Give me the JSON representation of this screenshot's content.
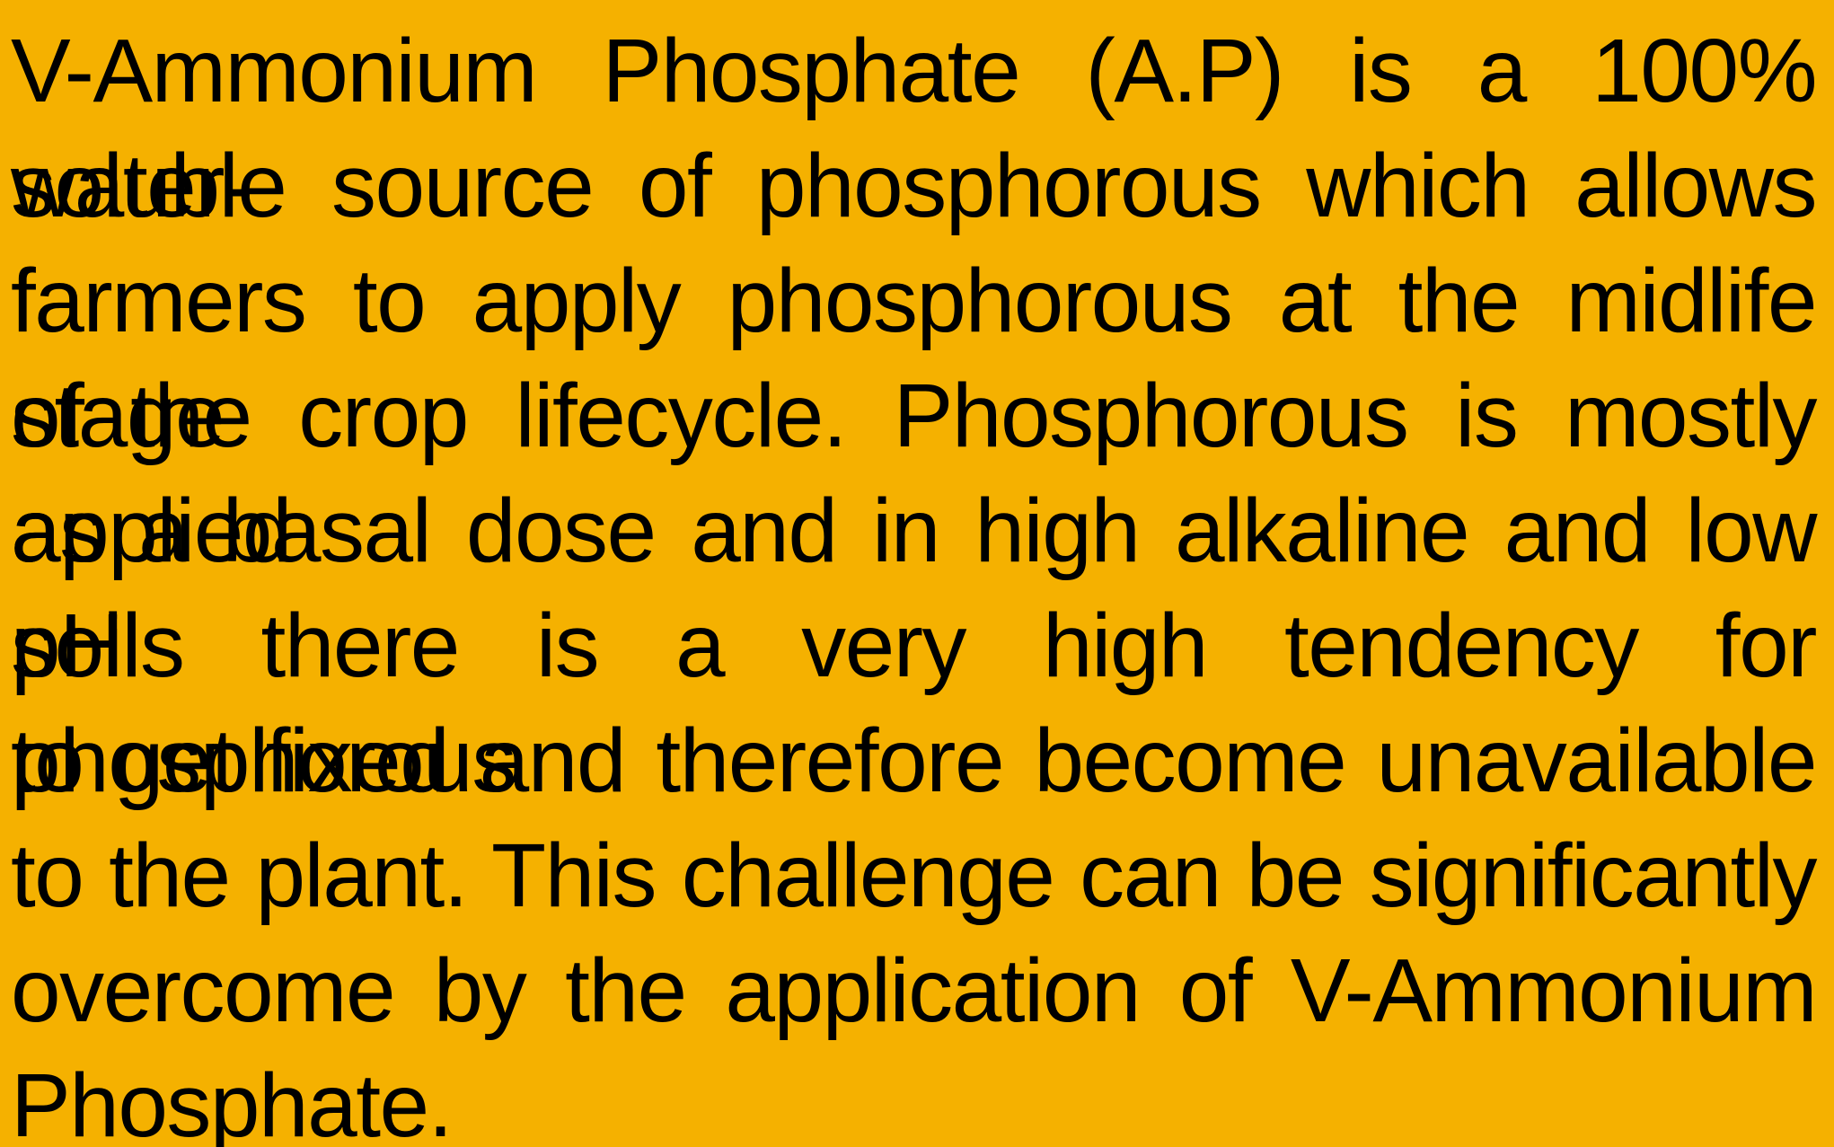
{
  "colors": {
    "background": "#F5B100",
    "text": "#000000"
  },
  "paragraph": {
    "lines": [
      "V-Ammonium Phosphate (A.P)  is a 100% water-",
      "soluble source of phosphorous which allows",
      "farmers to apply phosphorous at the midlife stage",
      "of the crop lifecycle. Phosphorous is mostly applied",
      "as a basal dose and in high alkaline and low pH",
      "soils there is a very high tendency for phosphorous",
      "to get fixed and therefore become unavailable",
      "to the plant. This challenge can be significantly",
      "overcome by the application of V-Ammonium",
      "Phosphate."
    ]
  }
}
